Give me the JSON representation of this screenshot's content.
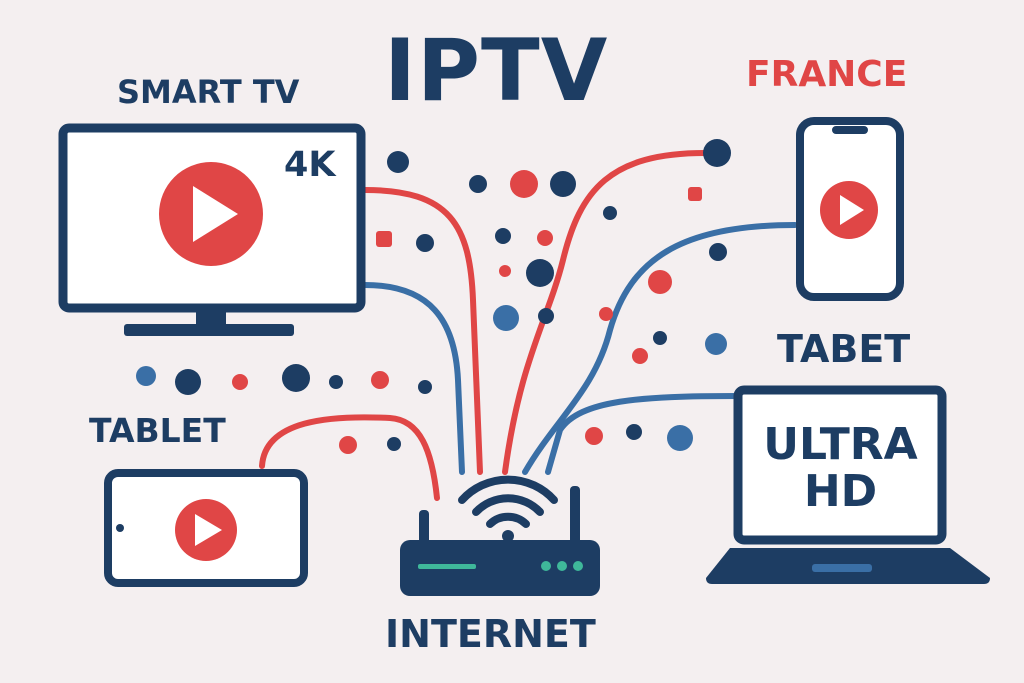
{
  "title": "IPTV",
  "labels": {
    "smart_tv": "SMART TV",
    "france": "FRANCE",
    "resolution_4k": "4K",
    "tabet": "TABET",
    "tablet": "TABLET",
    "ultra_hd": "ULTRA HD",
    "internet": "INTERNET"
  },
  "icons": {
    "router": "router-icon",
    "wifi": "wifi-icon",
    "play": "play-icon",
    "tv": "tv-icon",
    "phone": "phone-icon",
    "tablet": "tablet-icon",
    "laptop": "laptop-icon"
  },
  "colors": {
    "background": "#f4eff0",
    "navy": "#1d3d63",
    "red": "#e04646",
    "blue": "#3a6fa6",
    "screen": "#ffffff",
    "router_led": "#3fb89a"
  }
}
